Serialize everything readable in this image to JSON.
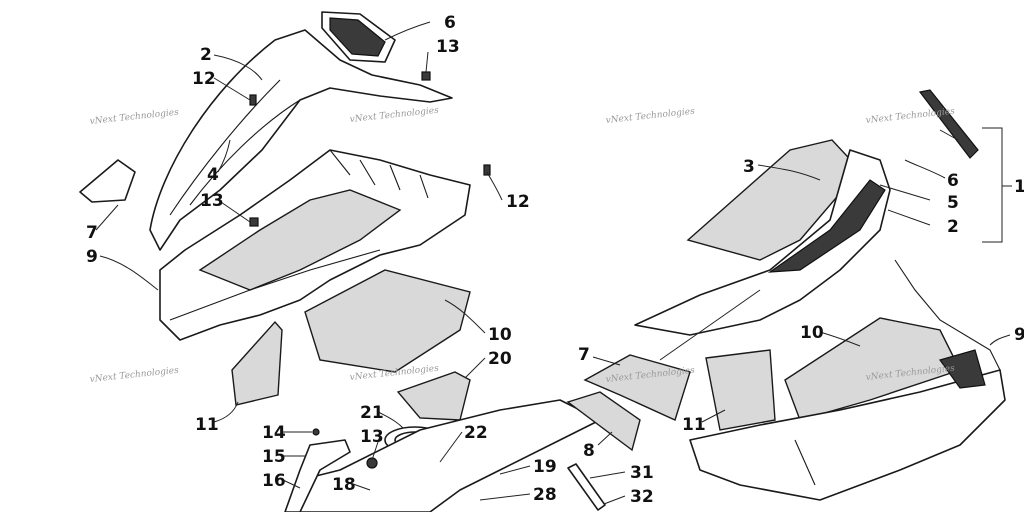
{
  "callouts": {
    "c1": "1",
    "c2a": "2",
    "c2b": "2",
    "c3": "3",
    "c4": "4",
    "c5": "5",
    "c6a": "6",
    "c6b": "6",
    "c7a": "7",
    "c7b": "7",
    "c8": "8",
    "c9a": "9",
    "c9b": "9",
    "c10a": "10",
    "c10b": "10",
    "c11a": "11",
    "c11b": "11",
    "c12a": "12",
    "c12b": "12",
    "c13a": "13",
    "c13b": "13",
    "c13c": "13",
    "c14": "14",
    "c15": "15",
    "c16": "16",
    "c18": "18",
    "c19": "19",
    "c20": "20",
    "c21": "21",
    "c22": "22",
    "c28": "28",
    "c31": "31",
    "c32": "32"
  },
  "watermark": "vNext Technologies"
}
